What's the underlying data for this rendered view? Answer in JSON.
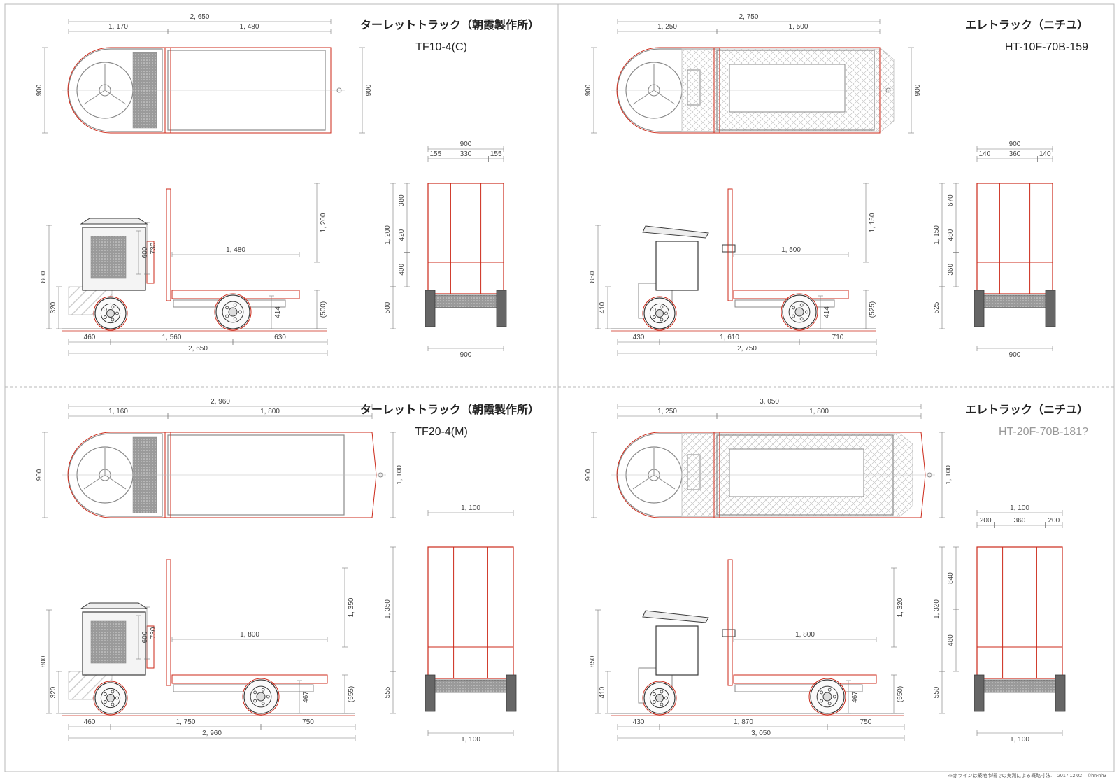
{
  "colors": {
    "red": "#cc2a1a",
    "gray": "#8a8a8a",
    "dark": "#3a3a3a",
    "frame": "#b8b8b8"
  },
  "panels": [
    {
      "title": "ターレットトラック（朝霞製作所）",
      "model": "TF10-4(C)",
      "model_muted": false,
      "top": {
        "overall": "2, 650",
        "front": "1, 170",
        "rear": "1, 480",
        "width_left": "900",
        "width_right": "900"
      },
      "side": {
        "height": "1, 200",
        "deck": "1, 480",
        "body": "800",
        "bumper": "320",
        "d600": "600",
        "d730": "730",
        "wheel": "414",
        "deck_h": "(500)",
        "b1": "460",
        "b2": "1, 560",
        "b3": "630",
        "overall": "2, 650"
      },
      "rear": {
        "top": "900",
        "t1": "155",
        "t2": "330",
        "t3": "155",
        "v1": "380",
        "v2": "420",
        "v3": "400",
        "v4": "500",
        "total": "1, 200",
        "bottom": "900"
      }
    },
    {
      "title": "エレトラック（ニチユ）",
      "model": "HT-10F-70B-159",
      "model_muted": false,
      "top": {
        "overall": "2, 750",
        "front": "1, 250",
        "rear": "1, 500",
        "width_left": "900",
        "width_right": "900"
      },
      "side": {
        "height": "1, 150",
        "deck": "1, 500",
        "body": "850",
        "bumper": "410",
        "wheel": "414",
        "deck_h": "(525)",
        "b1": "430",
        "b2": "1, 610",
        "b3": "710",
        "overall": "2, 750"
      },
      "rear": {
        "top": "900",
        "t1": "140",
        "t2": "360",
        "t3": "140",
        "v1": "670",
        "v2": "480",
        "v3": "360",
        "v4": "525",
        "total": "1, 150",
        "bottom": "900"
      }
    },
    {
      "title": "ターレットトラック（朝霞製作所）",
      "model": "TF20-4(M)",
      "model_muted": false,
      "top": {
        "overall": "2, 960",
        "front": "1, 160",
        "rear": "1, 800",
        "width_left": "900",
        "width_right": "1, 100"
      },
      "side": {
        "height": "1, 350",
        "deck": "1, 800",
        "body": "800",
        "bumper": "320",
        "d600": "600",
        "d730": "730",
        "wheel": "467",
        "deck_h": "(555)",
        "b1": "460",
        "b2": "1, 750",
        "b3": "750",
        "overall": "2, 960"
      },
      "rear": {
        "top": "1, 100",
        "v_total": "1, 350",
        "v4": "555",
        "bottom": "1, 100"
      }
    },
    {
      "title": "エレトラック（ニチユ）",
      "model": "HT-20F-70B-181?",
      "model_muted": true,
      "top": {
        "overall": "3, 050",
        "front": "1, 250",
        "rear": "1, 800",
        "width_left": "900",
        "width_right": "1, 100"
      },
      "side": {
        "height": "1, 320",
        "deck": "1, 800",
        "body": "850",
        "bumper": "410",
        "wheel": "467",
        "deck_h": "(550)",
        "b1": "430",
        "b2": "1, 870",
        "b3": "750",
        "overall": "3, 050"
      },
      "rear": {
        "top": "1, 100",
        "t1": "200",
        "t2": "360",
        "t3": "200",
        "v1": "840",
        "v2": "480",
        "v4": "550",
        "total": "1, 320",
        "bottom": "1, 100"
      }
    }
  ],
  "footer": {
    "note": "※赤ラインは築地市場での実測による概略寸法.",
    "date": "2017.12.02",
    "credit": "©hn-nh3"
  }
}
